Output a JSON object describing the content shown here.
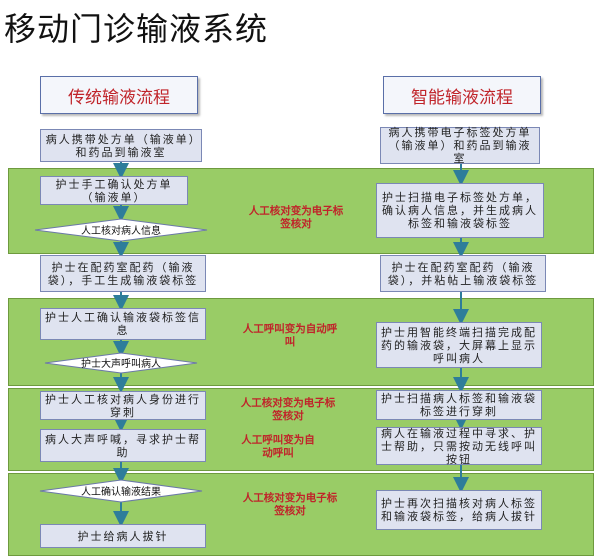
{
  "title": "移动门诊输液系统",
  "left_header": "传统输液流程",
  "right_header": "智能输液流程",
  "left": {
    "s1": "病人携带处方单（输液单）和药品到输液室",
    "s2": "护士手工确认处方单（输液单）",
    "d1": "人工核对病人信息",
    "s3": "护士在配药室配药（输液袋），手工生成输液袋标签",
    "s4": "护士人工确认输液袋标签信息",
    "d2": "护士大声呼叫病人",
    "s5": "护士人工核对病人身份进行穿刺",
    "s6": "病人大声呼喊，寻求护士帮助",
    "d3": "人工确认输液结果",
    "s7": "护士给病人拔针"
  },
  "right": {
    "s1": "病人携带电子标签处方单（输液单）和药品到输液室",
    "s2": "护士扫描电子标签处方单，确认病人信息，并生成病人标签和输液袋标签",
    "s3": "护士在配药室配药（输液袋），并粘帖上输液袋标签",
    "s4": "护士用智能终端扫描完成配药的输液袋，大屏幕上显示呼叫病人",
    "s5": "护士扫描病人标签和输液袋标签进行穿刺",
    "s6": "病人在输液过程中寻求、护士帮助，只需按动无线呼叫按钮",
    "s7": "护士再次扫描核对病人标签和输液袋标签，给病人拔针"
  },
  "notes": {
    "n1": "人工核对变为电子标签核对",
    "n2": "人工呼叫变为自动呼叫",
    "n3": "人工核对变为电子标签核对",
    "n4": "人工呼叫变为自动呼叫",
    "n5": "人工核对变为电子标签核对"
  },
  "colors": {
    "band": "#99cc66",
    "box": "#dfe3f0",
    "accent": "#c0242a",
    "arrow": "#2e7d9a"
  }
}
